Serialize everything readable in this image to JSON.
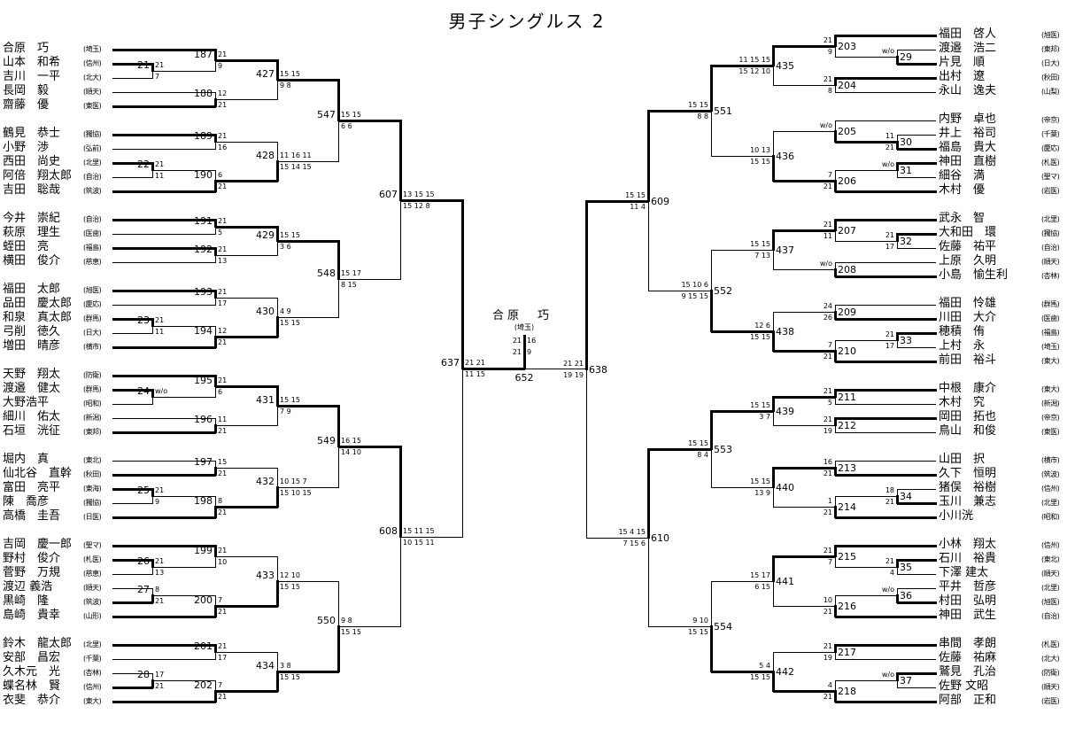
{
  "title": "男子シングルス 2",
  "left": {
    "players": [
      {
        "name": "合原　巧",
        "affil": "(埼玉)"
      },
      {
        "name": "山本　和希",
        "affil": "(信州)"
      },
      {
        "name": "吉川　一平",
        "affil": "(北大)"
      },
      {
        "name": "長岡　毅",
        "affil": "(順天)"
      },
      {
        "name": "齋藤　優",
        "affil": "(東医)"
      },
      {
        "name": "鶴見　恭士",
        "affil": "(獨協)"
      },
      {
        "name": "小野　渉",
        "affil": "(弘前)"
      },
      {
        "name": "西田　尚史",
        "affil": "(北里)"
      },
      {
        "name": "阿倍　翔太郎",
        "affil": "(自治)"
      },
      {
        "name": "吉田　聡哉",
        "affil": "(筑波)"
      },
      {
        "name": "今井　崇紀",
        "affil": "(自治)"
      },
      {
        "name": "萩原　理生",
        "affil": "(医歯)"
      },
      {
        "name": "蛭田　亮",
        "affil": "(福島)"
      },
      {
        "name": "横田　俊介",
        "affil": "(慈恵)"
      },
      {
        "name": "福田　太郎",
        "affil": "(旭医)"
      },
      {
        "name": "品田　慶太郎",
        "affil": "(慶応)"
      },
      {
        "name": "和泉　真太郎",
        "affil": "(群馬)"
      },
      {
        "name": "弓削　徳久",
        "affil": "(日大)"
      },
      {
        "name": "増田　晴彦",
        "affil": "(横市)"
      },
      {
        "name": "天野　翔太",
        "affil": "(防衛)"
      },
      {
        "name": "渡邉　健太",
        "affil": "(群馬)"
      },
      {
        "name": "大野浩平",
        "affil": "(昭和)"
      },
      {
        "name": "細川　佑太",
        "affil": "(新潟)"
      },
      {
        "name": "石垣　洸征",
        "affil": "(東邦)"
      },
      {
        "name": "堀内　真",
        "affil": "(東北)"
      },
      {
        "name": "仙北谷　直幹",
        "affil": "(秋田)"
      },
      {
        "name": "富田　亮平",
        "affil": "(東海)"
      },
      {
        "name": "陳　喬彦",
        "affil": "(獨協)"
      },
      {
        "name": "高橋　圭吾",
        "affil": "(日医)"
      },
      {
        "name": "吉岡　慶一郎",
        "affil": "(聖マ)"
      },
      {
        "name": "野村　俊介",
        "affil": "(札医)"
      },
      {
        "name": "菅野　万規",
        "affil": "(慈恵)"
      },
      {
        "name": "渡辺 義浩",
        "affil": "(順天)"
      },
      {
        "name": "黒崎　隆",
        "affil": "(筑波)"
      },
      {
        "name": "島崎　貴幸",
        "affil": "(山形)"
      },
      {
        "name": "鈴木　龍太郎",
        "affil": "(北里)"
      },
      {
        "name": "安部　昌宏",
        "affil": "(千葉)"
      },
      {
        "name": "久木元　光",
        "affil": "(杏林)"
      },
      {
        "name": "蝶名林　賢",
        "affil": "(信州)"
      },
      {
        "name": "衣斐　恭介",
        "affil": "(東大)"
      }
    ],
    "matches": {
      "m21": {
        "id": "21",
        "r": 0,
        "a": "p1",
        "b": "p2",
        "w": "a",
        "sa": "21",
        "sb": "7"
      },
      "m187": {
        "id": "187",
        "r": 1,
        "a": "p0",
        "b": "m21",
        "w": "a",
        "sa": "21",
        "sb": "9"
      },
      "m188": {
        "id": "188",
        "r": 1,
        "a": "p3",
        "b": "p4",
        "w": "b",
        "sa": "12",
        "sb": "21"
      },
      "m427": {
        "id": "427",
        "r": 2,
        "a": "m187",
        "b": "m188",
        "w": "a",
        "sa": "15 15",
        "sb": "9 8"
      },
      "m189": {
        "id": "189",
        "r": 1,
        "a": "p5",
        "b": "p6",
        "w": "a",
        "sa": "21",
        "sb": "16"
      },
      "m22": {
        "id": "22",
        "r": 0,
        "a": "p7",
        "b": "p8",
        "w": "a",
        "sa": "21",
        "sb": "11"
      },
      "m190": {
        "id": "190",
        "r": 1,
        "a": "m22",
        "b": "p9",
        "w": "b",
        "sa": "6",
        "sb": "21"
      },
      "m428": {
        "id": "428",
        "r": 2,
        "a": "m189",
        "b": "m190",
        "w": "b",
        "sa": "11 16 11",
        "sb": "15 14 15"
      },
      "m547": {
        "id": "547",
        "r": 3,
        "a": "m427",
        "b": "m428",
        "w": "a",
        "sa": "15 15",
        "sb": "6 6"
      },
      "m191": {
        "id": "191",
        "r": 1,
        "a": "p10",
        "b": "p11",
        "w": "a",
        "sa": "21",
        "sb": "5"
      },
      "m192": {
        "id": "192",
        "r": 1,
        "a": "p12",
        "b": "p13",
        "w": "a",
        "sa": "21",
        "sb": "13"
      },
      "m429": {
        "id": "429",
        "r": 2,
        "a": "m191",
        "b": "m192",
        "w": "a",
        "sa": "15 15",
        "sb": "3 6"
      },
      "m193": {
        "id": "193",
        "r": 1,
        "a": "p14",
        "b": "p15",
        "w": "a",
        "sa": "21",
        "sb": "17"
      },
      "m23": {
        "id": "23",
        "r": 0,
        "a": "p16",
        "b": "p17",
        "w": "a",
        "sa": "21",
        "sb": "11"
      },
      "m194": {
        "id": "194",
        "r": 1,
        "a": "m23",
        "b": "p18",
        "w": "b",
        "sa": "12",
        "sb": "21"
      },
      "m430": {
        "id": "430",
        "r": 2,
        "a": "m193",
        "b": "m194",
        "w": "b",
        "sa": "4 9",
        "sb": "15 15"
      },
      "m548": {
        "id": "548",
        "r": 3,
        "a": "m429",
        "b": "m430",
        "w": "a",
        "sa": "15 17",
        "sb": "8 15"
      },
      "m607": {
        "id": "607",
        "r": 4,
        "a": "m547",
        "b": "m548",
        "w": "a",
        "sa": "13 15 15",
        "sb": "15 12 8"
      },
      "m24": {
        "id": "24",
        "r": 0,
        "a": "p20",
        "b": "p21",
        "w": "a",
        "sa": "w/o",
        "sb": ""
      },
      "m195": {
        "id": "195",
        "r": 1,
        "a": "p19",
        "b": "m24",
        "w": "a",
        "sa": "21",
        "sb": "6"
      },
      "m196": {
        "id": "196",
        "r": 1,
        "a": "p22",
        "b": "p23",
        "w": "b",
        "sa": "11",
        "sb": "21"
      },
      "m431": {
        "id": "431",
        "r": 2,
        "a": "m195",
        "b": "m196",
        "w": "a",
        "sa": "15 15",
        "sb": "7 9"
      },
      "m197": {
        "id": "197",
        "r": 1,
        "a": "p24",
        "b": "p25",
        "w": "b",
        "sa": "15",
        "sb": "21"
      },
      "m25": {
        "id": "25",
        "r": 0,
        "a": "p26",
        "b": "p27",
        "w": "a",
        "sa": "21",
        "sb": "9"
      },
      "m198": {
        "id": "198",
        "r": 1,
        "a": "m25",
        "b": "p28",
        "w": "b",
        "sa": "8",
        "sb": "21"
      },
      "m432": {
        "id": "432",
        "r": 2,
        "a": "m197",
        "b": "m198",
        "w": "b",
        "sa": "10 15 7",
        "sb": "15 10 15"
      },
      "m549": {
        "id": "549",
        "r": 3,
        "a": "m431",
        "b": "m432",
        "w": "a",
        "sa": "16 15",
        "sb": "14 10"
      },
      "m26": {
        "id": "26",
        "r": 0,
        "a": "p30",
        "b": "p31",
        "w": "a",
        "sa": "21",
        "sb": "13"
      },
      "m199": {
        "id": "199",
        "r": 1,
        "a": "p29",
        "b": "m26",
        "w": "a",
        "sa": "21",
        "sb": "10"
      },
      "m27": {
        "id": "27",
        "r": 0,
        "a": "p32",
        "b": "p33",
        "w": "b",
        "sa": "8",
        "sb": "21"
      },
      "m200": {
        "id": "200",
        "r": 1,
        "a": "m27",
        "b": "p34",
        "w": "b",
        "sa": "7",
        "sb": "21"
      },
      "m433": {
        "id": "433",
        "r": 2,
        "a": "m199",
        "b": "m200",
        "w": "b",
        "sa": "12 10",
        "sb": "15 15"
      },
      "m201": {
        "id": "201",
        "r": 1,
        "a": "p35",
        "b": "p36",
        "w": "a",
        "sa": "21",
        "sb": "17"
      },
      "m28": {
        "id": "28",
        "r": 0,
        "a": "p37",
        "b": "p38",
        "w": "b",
        "sa": "17",
        "sb": "21"
      },
      "m202": {
        "id": "202",
        "r": 1,
        "a": "m28",
        "b": "p39",
        "w": "b",
        "sa": "7",
        "sb": "21"
      },
      "m434": {
        "id": "434",
        "r": 2,
        "a": "m201",
        "b": "m202",
        "w": "b",
        "sa": "3 8",
        "sb": "15 15"
      },
      "m550": {
        "id": "550",
        "r": 3,
        "a": "m433",
        "b": "m434",
        "w": "b",
        "sa": "9 8",
        "sb": "15 15"
      },
      "m608": {
        "id": "608",
        "r": 4,
        "a": "m549",
        "b": "m550",
        "w": "a",
        "sa": "15 11 15",
        "sb": "10 15 11"
      },
      "m637": {
        "id": "637",
        "r": 5,
        "a": "m607",
        "b": "m608",
        "w": "a",
        "sa": "21 21",
        "sb": "11 15"
      }
    },
    "root": "m637"
  },
  "right": {
    "players": [
      {
        "name": "福田　啓人",
        "affil": "(旭医)"
      },
      {
        "name": "渡邉　浩二",
        "affil": "(東邦)"
      },
      {
        "name": "片見　順",
        "affil": "(日大)"
      },
      {
        "name": "出村　遼",
        "affil": "(秋田)"
      },
      {
        "name": "永山　逸夫",
        "affil": "(山梨)"
      },
      {
        "name": "内野　卓也",
        "affil": "(帝京)"
      },
      {
        "name": "井上　裕司",
        "affil": "(千葉)"
      },
      {
        "name": "福島　貴大",
        "affil": "(慶応)"
      },
      {
        "name": "神田　直樹",
        "affil": "(札医)"
      },
      {
        "name": "細谷　満",
        "affil": "(聖マ)"
      },
      {
        "name": "木村　優",
        "affil": "(岩医)"
      },
      {
        "name": "武永　智",
        "affil": "(北里)"
      },
      {
        "name": "大和田　環",
        "affil": "(獨協)"
      },
      {
        "name": "佐藤　祐平",
        "affil": "(自治)"
      },
      {
        "name": "上原　久明",
        "affil": "(順天)"
      },
      {
        "name": "小島　愉生利",
        "affil": "(杏林)"
      },
      {
        "name": "福田　怜雄",
        "affil": "(群馬)"
      },
      {
        "name": "川田　大介",
        "affil": "(医歯)"
      },
      {
        "name": "穂積　侑",
        "affil": "(福島)"
      },
      {
        "name": "上村　永",
        "affil": "(埼玉)"
      },
      {
        "name": "前田　裕斗",
        "affil": "(東大)"
      },
      {
        "name": "中根　康介",
        "affil": "(東大)"
      },
      {
        "name": "木村　究",
        "affil": "(新潟)"
      },
      {
        "name": "岡田　拓也",
        "affil": "(帝京)"
      },
      {
        "name": "鳥山　和俊",
        "affil": "(東医)"
      },
      {
        "name": "山田　択",
        "affil": "(横市)"
      },
      {
        "name": "久下　恒明",
        "affil": "(筑波)"
      },
      {
        "name": "猪俣　裕樹",
        "affil": "(信州)"
      },
      {
        "name": "玉川　兼志",
        "affil": "(北里)"
      },
      {
        "name": "小川洸",
        "affil": "(昭和)"
      },
      {
        "name": "小林　翔太",
        "affil": "(信州)"
      },
      {
        "name": "石川　裕貴",
        "affil": "(東北)"
      },
      {
        "name": "下澤 建太",
        "affil": "(順天)"
      },
      {
        "name": "平井　哲彦",
        "affil": "(北里)"
      },
      {
        "name": "村田　弘明",
        "affil": "(旭医)"
      },
      {
        "name": "神田　武生",
        "affil": "(自治)"
      },
      {
        "name": "串間　孝朗",
        "affil": "(札医)"
      },
      {
        "name": "佐藤　祐麻",
        "affil": "(北大)"
      },
      {
        "name": "鷲見　孔治",
        "affil": "(防衛)"
      },
      {
        "name": "佐野 文昭",
        "affil": "(順天)"
      },
      {
        "name": "阿部　正和",
        "affil": "(岩医)"
      }
    ],
    "matches": {
      "m29": {
        "id": "29",
        "r": 0,
        "a": "p1",
        "b": "p2",
        "w": "b",
        "sa": "w/o",
        "sb": ""
      },
      "m203": {
        "id": "203",
        "r": 1,
        "a": "p0",
        "b": "m29",
        "w": "a",
        "sa": "21",
        "sb": "9"
      },
      "m204": {
        "id": "204",
        "r": 1,
        "a": "p3",
        "b": "p4",
        "w": "a",
        "sa": "21",
        "sb": "8"
      },
      "m435": {
        "id": "435",
        "r": 2,
        "a": "m203",
        "b": "m204",
        "w": "a",
        "sa": "11 15 15",
        "sb": "15 12 10"
      },
      "m30": {
        "id": "30",
        "r": 0,
        "a": "p6",
        "b": "p7",
        "w": "b",
        "sa": "11",
        "sb": "21"
      },
      "m205": {
        "id": "205",
        "r": 1,
        "a": "p5",
        "b": "m30",
        "w": "b",
        "sa": "w/o",
        "sb": ""
      },
      "m31": {
        "id": "31",
        "r": 0,
        "a": "p8",
        "b": "p9",
        "w": "a",
        "sa": "w/o",
        "sb": ""
      },
      "m206": {
        "id": "206",
        "r": 1,
        "a": "m31",
        "b": "p10",
        "w": "b",
        "sa": "7",
        "sb": "21"
      },
      "m436": {
        "id": "436",
        "r": 2,
        "a": "m205",
        "b": "m206",
        "w": "b",
        "sa": "10 13",
        "sb": "15 15"
      },
      "m551": {
        "id": "551",
        "r": 3,
        "a": "m435",
        "b": "m436",
        "w": "a",
        "sa": "15 15",
        "sb": "8 8"
      },
      "m32": {
        "id": "32",
        "r": 0,
        "a": "p12",
        "b": "p13",
        "w": "a",
        "sa": "21",
        "sb": "17"
      },
      "m207": {
        "id": "207",
        "r": 1,
        "a": "p11",
        "b": "m32",
        "w": "a",
        "sa": "21",
        "sb": "11"
      },
      "m208": {
        "id": "208",
        "r": 1,
        "a": "p14",
        "b": "p15",
        "w": "b",
        "sa": "w/o",
        "sb": ""
      },
      "m437": {
        "id": "437",
        "r": 2,
        "a": "m207",
        "b": "m208",
        "w": "a",
        "sa": "15 15",
        "sb": "7 13"
      },
      "m209": {
        "id": "209",
        "r": 1,
        "a": "p16",
        "b": "p17",
        "w": "b",
        "sa": "24",
        "sb": "26"
      },
      "m33": {
        "id": "33",
        "r": 0,
        "a": "p18",
        "b": "p19",
        "w": "a",
        "sa": "21",
        "sb": "17"
      },
      "m210": {
        "id": "210",
        "r": 1,
        "a": "m33",
        "b": "p20",
        "w": "b",
        "sa": "7",
        "sb": "21"
      },
      "m438": {
        "id": "438",
        "r": 2,
        "a": "m209",
        "b": "m210",
        "w": "b",
        "sa": "12 6",
        "sb": "15 15"
      },
      "m552": {
        "id": "552",
        "r": 3,
        "a": "m437",
        "b": "m438",
        "w": "b",
        "sa": "15 10 6",
        "sb": "9 15 15"
      },
      "m609": {
        "id": "609",
        "r": 4,
        "a": "m551",
        "b": "m552",
        "w": "a",
        "sa": "15 15",
        "sb": "11 4"
      },
      "m211": {
        "id": "211",
        "r": 1,
        "a": "p21",
        "b": "p22",
        "w": "a",
        "sa": "21",
        "sb": "5"
      },
      "m212": {
        "id": "212",
        "r": 1,
        "a": "p23",
        "b": "p24",
        "w": "a",
        "sa": "21",
        "sb": "19"
      },
      "m439": {
        "id": "439",
        "r": 2,
        "a": "m211",
        "b": "m212",
        "w": "a",
        "sa": "15 15",
        "sb": "3 7"
      },
      "m213": {
        "id": "213",
        "r": 1,
        "a": "p25",
        "b": "p26",
        "w": "b",
        "sa": "16",
        "sb": "21"
      },
      "m34": {
        "id": "34",
        "r": 0,
        "a": "p27",
        "b": "p28",
        "w": "b",
        "sa": "18",
        "sb": "21"
      },
      "m214": {
        "id": "214",
        "r": 1,
        "a": "m34",
        "b": "p29",
        "w": "b",
        "sa": "1",
        "sb": "21"
      },
      "m440": {
        "id": "440",
        "r": 2,
        "a": "m213",
        "b": "m214",
        "w": "a",
        "sa": "15 15",
        "sb": "13 9"
      },
      "m553": {
        "id": "553",
        "r": 3,
        "a": "m439",
        "b": "m440",
        "w": "a",
        "sa": "15 15",
        "sb": "8 4"
      },
      "m35": {
        "id": "35",
        "r": 0,
        "a": "p31",
        "b": "p32",
        "w": "a",
        "sa": "21",
        "sb": "4"
      },
      "m215": {
        "id": "215",
        "r": 1,
        "a": "p30",
        "b": "m35",
        "w": "a",
        "sa": "21",
        "sb": "7"
      },
      "m36": {
        "id": "36",
        "r": 0,
        "a": "p33",
        "b": "p34",
        "w": "b",
        "sa": "w/o",
        "sb": ""
      },
      "m216": {
        "id": "216",
        "r": 1,
        "a": "m36",
        "b": "p35",
        "w": "b",
        "sa": "10",
        "sb": "21"
      },
      "m441": {
        "id": "441",
        "r": 2,
        "a": "m215",
        "b": "m216",
        "w": "a",
        "sa": "15 17",
        "sb": "6 15"
      },
      "m217": {
        "id": "217",
        "r": 1,
        "a": "p36",
        "b": "p37",
        "w": "a",
        "sa": "21",
        "sb": "19"
      },
      "m37": {
        "id": "37",
        "r": 0,
        "a": "p38",
        "b": "p39",
        "w": "a",
        "sa": "w/o",
        "sb": ""
      },
      "m218": {
        "id": "218",
        "r": 1,
        "a": "m37",
        "b": "p40",
        "w": "b",
        "sa": "4",
        "sb": "21"
      },
      "m442": {
        "id": "442",
        "r": 2,
        "a": "m217",
        "b": "m218",
        "w": "b",
        "sa": "5 4",
        "sb": "15 15"
      },
      "m554": {
        "id": "554",
        "r": 3,
        "a": "m441",
        "b": "m442",
        "w": "b",
        "sa": "9 10",
        "sb": "15 15"
      },
      "m610": {
        "id": "610",
        "r": 4,
        "a": "m553",
        "b": "m554",
        "w": "a",
        "sa": "15 4 15",
        "sb": "7 15 6"
      },
      "m638": {
        "id": "638",
        "r": 5,
        "a": "m609",
        "b": "m610",
        "w": "a",
        "sa": "21 21",
        "sb": "19 19"
      }
    },
    "root": "m638"
  },
  "final": {
    "id": "652",
    "winner": "left",
    "champion_name": "合原　巧",
    "champion_affil": "(埼玉)",
    "games": [
      [
        "21",
        "16"
      ],
      [
        "21",
        "9"
      ]
    ]
  }
}
